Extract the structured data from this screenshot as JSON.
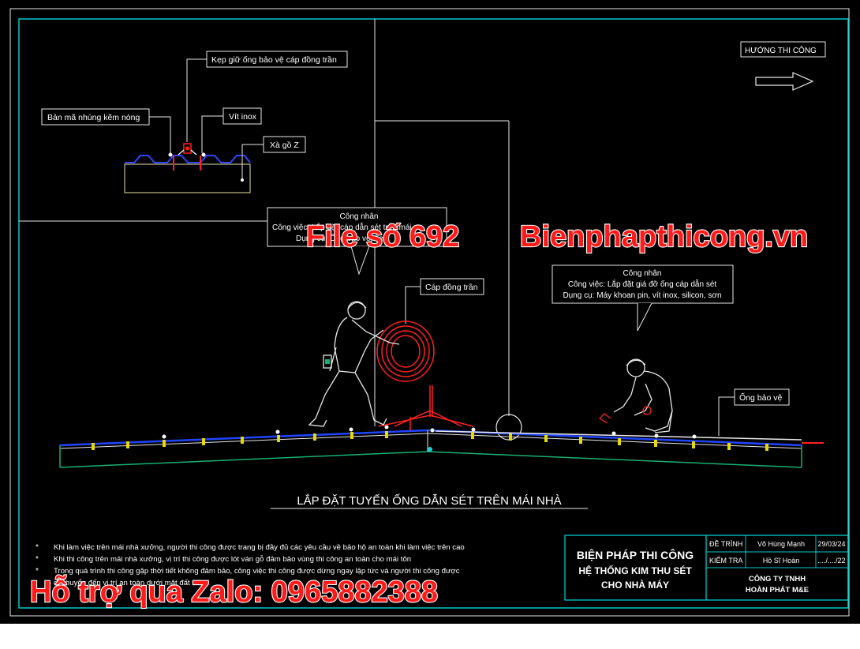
{
  "callouts": {
    "kep_giu": "Kẹp giữ ống bảo vệ cáp đồng trần",
    "ban_ma": "Bản mã nhúng kẽm nóng",
    "vit_inox": "Vít inox",
    "xa_go": "Xà gồ Z",
    "cap_dong": "Cáp đồng trần",
    "ong_bao_ve": "Ống bảo vệ",
    "huong": "HƯỚNG THI CÔNG"
  },
  "worker1": {
    "title": "Công nhân",
    "line1": "Công việc: Lắp đặt cáp dẫn sét trên mái",
    "line2": "Dụng cụ: Ống bảo vệ, kẹp"
  },
  "worker2": {
    "title": "Công nhân",
    "line1": "Công việc: Lắp đặt giá đỡ ống cáp dẫn sét",
    "line2": "Dụng cụ: Máy khoan pin, vít inox, silicon, sơn"
  },
  "main_title": "LẮP ĐẶT TUYẾN ỐNG DẪN SÉT TRÊN MÁI NHÀ",
  "notes": [
    "Khi làm việc trên mái nhà xưởng, người thi công được trang bị đầy đủ các yêu cầu về bảo hộ an toàn khi làm việc trên cao",
    "Khi thi công trên mái nhà xưởng, vị trí thi công được lót ván gỗ đảm bảo vùng thi công an toàn cho mái tôn",
    "Trong quá trình thi công gặp thời tiết không đảm bảo, công việc thi công được dừng ngay lập tức và người thi công được",
    "di chuyển đến vị trí an toàn dưới mặt đất"
  ],
  "title_block": {
    "line1": "BIỆN PHÁP THI CÔNG",
    "line2": "HỆ THỐNG KIM THU SÉT",
    "line3": "CHO NHÀ MÁY",
    "de_trinh_label": "ĐỀ TRÌNH",
    "de_trinh_name": "Võ Hùng Mạnh",
    "de_trinh_date": "29/03/24",
    "kiem_tra_label": "KIỂM TRA",
    "kiem_tra_name": "Hồ Sĩ Hoàn",
    "kiem_tra_date": "..../..../22",
    "company1": "CÔNG TY TNHH",
    "company2": "HOÀN PHÁT M&E"
  },
  "watermarks": {
    "file": "File số 692",
    "site": "Bienphapthicong.vn",
    "zalo": "Hỗ trợ qua Zalo: 0965882388"
  },
  "colors": {
    "frame": "#00c8c8",
    "roof_blue": "#2244ff",
    "roof_green": "#18b070",
    "cable_red": "#ff2020",
    "yellow": "#e8d800",
    "watermark": "#ff1a1a"
  }
}
